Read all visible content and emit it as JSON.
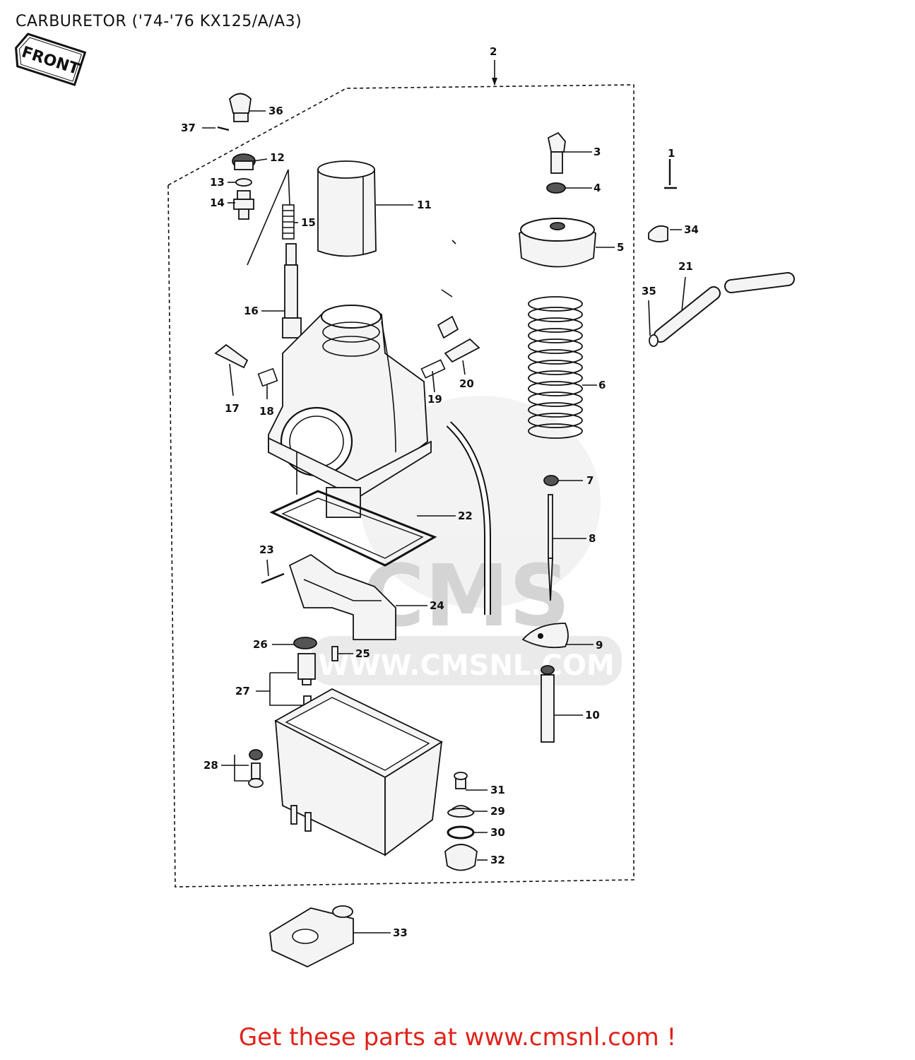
{
  "title": "CARBURETOR ('74-'76 KX125/A/A3)",
  "front_badge": "FRONT",
  "watermark": {
    "logo": "CMS",
    "url": "WWW.CMSNL.COM"
  },
  "footer": "Get these parts at www.cmsnl.com !",
  "callouts": [
    "1",
    "2",
    "3",
    "4",
    "5",
    "6",
    "7",
    "8",
    "9",
    "10",
    "11",
    "12",
    "13",
    "14",
    "15",
    "16",
    "17",
    "18",
    "19",
    "20",
    "21",
    "22",
    "23",
    "24",
    "25",
    "26",
    "27",
    "28",
    "29",
    "30",
    "31",
    "32",
    "33",
    "34",
    "35",
    "36",
    "37"
  ]
}
